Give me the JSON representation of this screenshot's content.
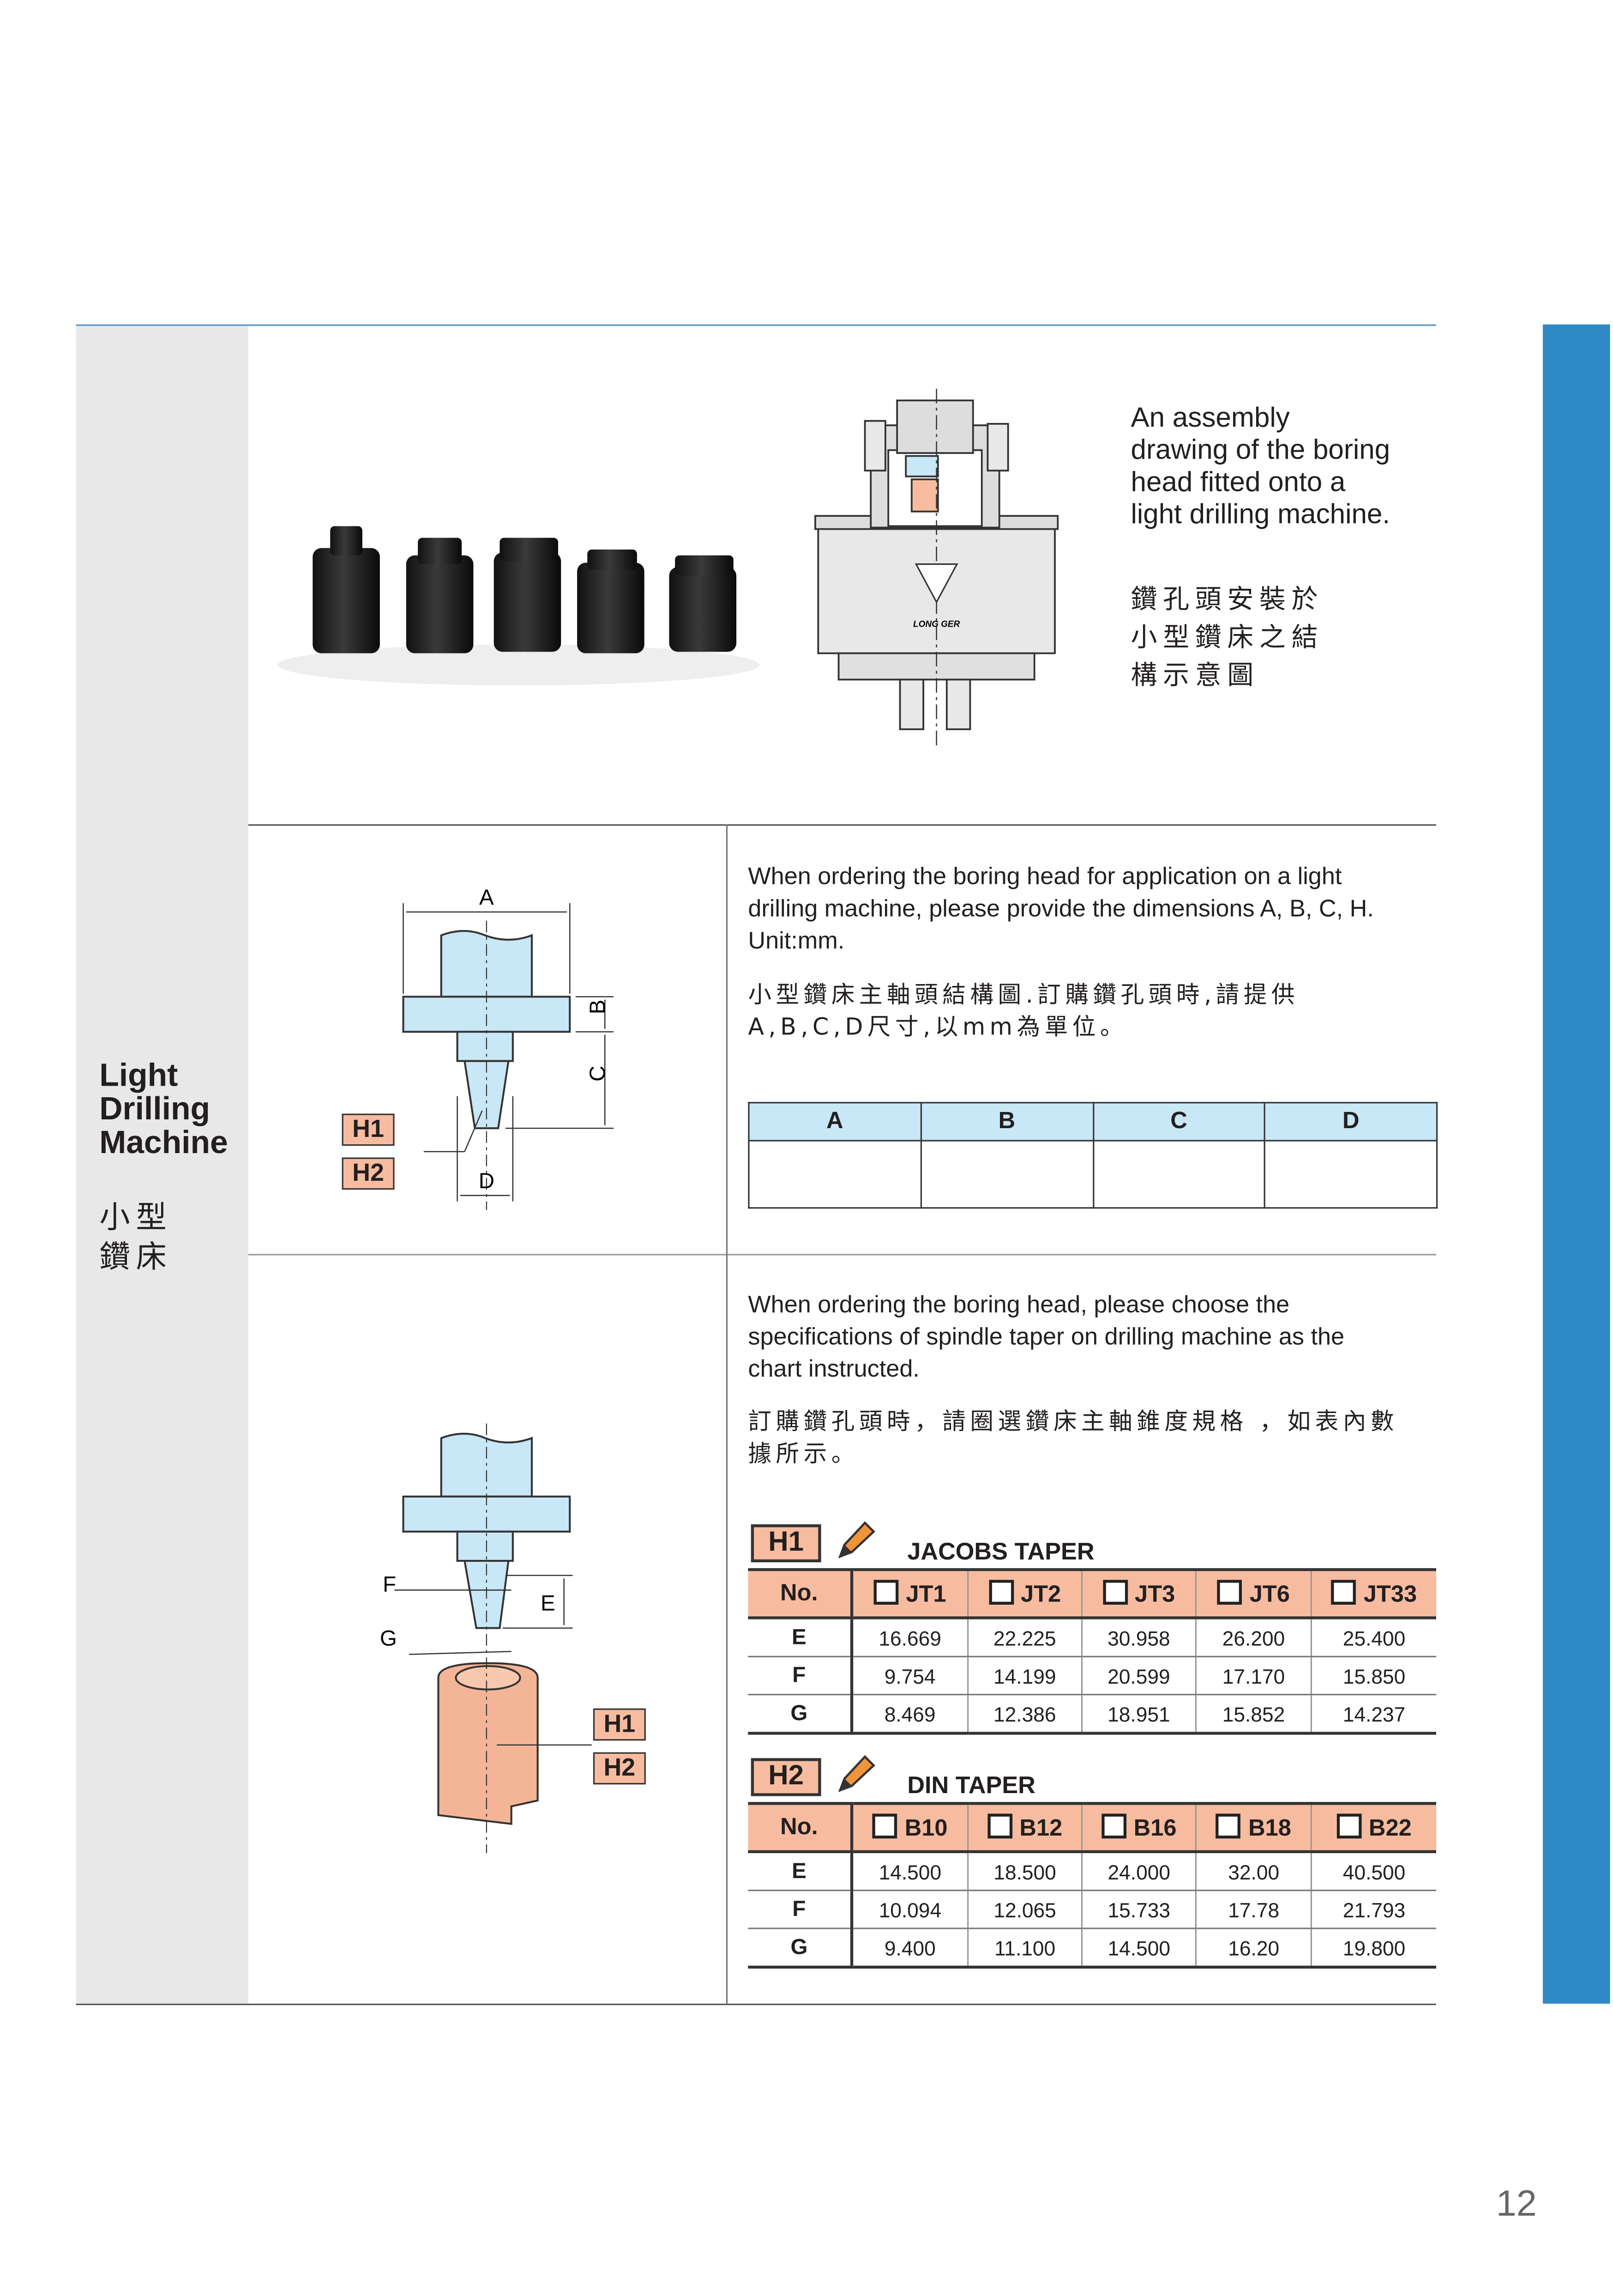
{
  "sidebar": {
    "title_en": [
      "Light",
      "Drilling",
      "Machine"
    ],
    "title_zh": [
      "小型",
      "鑽床"
    ]
  },
  "assembly": {
    "caption_en": "An assembly drawing of the boring head fitted onto a light drilling machine.",
    "caption_zh": [
      "鑽孔頭安裝於",
      "小型鑽床之結",
      "構示意圖"
    ],
    "logo_text": "LONG GER"
  },
  "dimensions": {
    "text_en": "When ordering the boring head for application on a light drilling machine, please provide the dimensions A, B, C, H. Unit:mm.",
    "text_zh": "小型鑽床主軸頭結構圖.訂購鑽孔頭時,請提供A,B,C,D尺寸,以mm為單位。",
    "diagram_labels": {
      "a": "A",
      "b": "B",
      "c": "C",
      "d": "D",
      "h1": "H1",
      "h2": "H2"
    },
    "table_headers": [
      "A",
      "B",
      "C",
      "D"
    ]
  },
  "taper": {
    "text_en": "When ordering the boring head, please choose the specifications of spindle taper on drilling machine as the chart instructed.",
    "text_zh": "訂購鑽孔頭時，請圈選鑽床主軸錐度規格 ，如表內數據所示。",
    "diagram_labels": {
      "e": "E",
      "f": "F",
      "g": "G",
      "h1": "H1",
      "h2": "H2"
    },
    "h1": {
      "badge": "H1",
      "title": "JACOBS TAPER",
      "headers": [
        "No.",
        "JT1",
        "JT2",
        "JT3",
        "JT6",
        "JT33"
      ],
      "rows": [
        [
          "E",
          "16.669",
          "22.225",
          "30.958",
          "26.200",
          "25.400"
        ],
        [
          "F",
          "9.754",
          "14.199",
          "20.599",
          "17.170",
          "15.850"
        ],
        [
          "G",
          "8.469",
          "12.386",
          "18.951",
          "15.852",
          "14.237"
        ]
      ]
    },
    "h2": {
      "badge": "H2",
      "title": "DIN TAPER",
      "headers": [
        "No.",
        "B10",
        "B12",
        "B16",
        "B18",
        "B22"
      ],
      "rows": [
        [
          "E",
          "14.500",
          "18.500",
          "24.000",
          "32.00",
          "40.500"
        ],
        [
          "F",
          "10.094",
          "12.065",
          "15.733",
          "17.78",
          "21.793"
        ],
        [
          "G",
          "9.400",
          "11.100",
          "14.500",
          "16.20",
          "19.800"
        ]
      ]
    }
  },
  "page_number": "12",
  "colors": {
    "accent_blue": "#2e89c4",
    "salmon": "#f7bc9f",
    "light_blue": "#c8e7f7",
    "sidebar_gray": "#e8e8e8"
  }
}
